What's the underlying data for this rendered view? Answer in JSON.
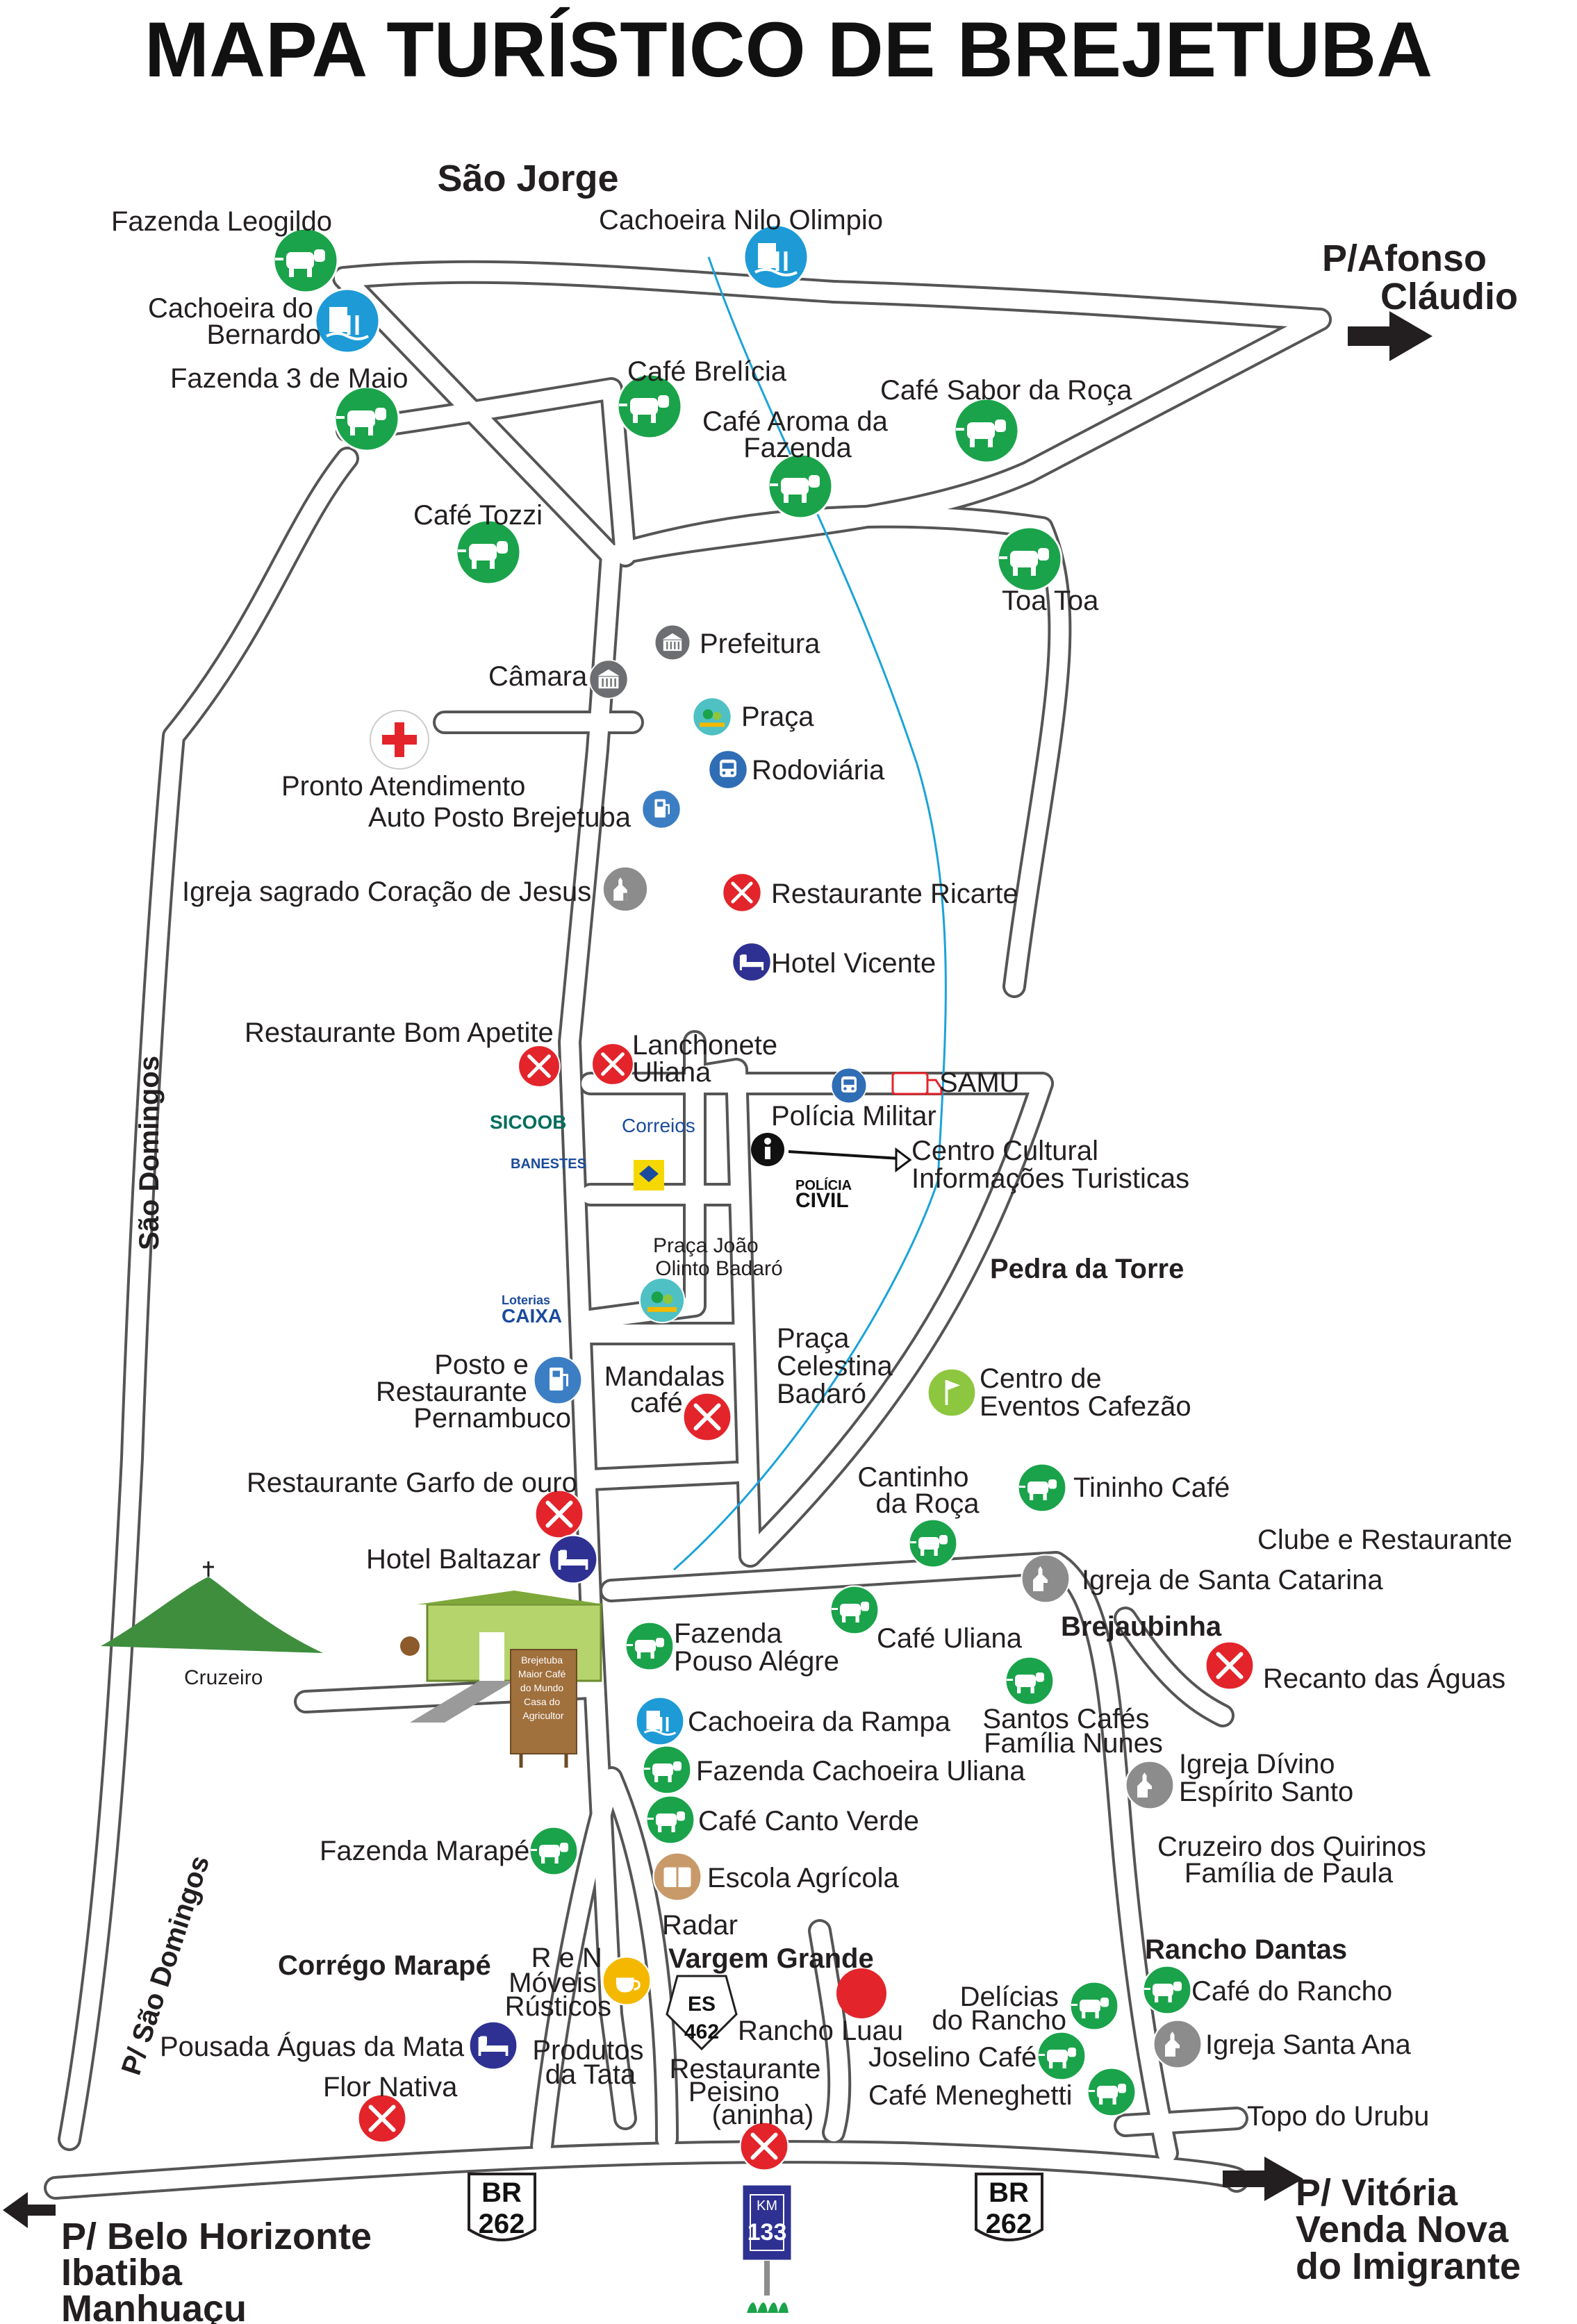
{
  "title": "MAPA TURÍSTICO DE BREJETUBA",
  "destinations": {
    "afonso_1": "P/Afonso",
    "afonso_2": "Cláudio",
    "vitoria_1": "P/ Vitória",
    "vitoria_2": "Venda Nova",
    "vitoria_3": "do Imigrante",
    "bh_1": "P/ Belo Horizonte",
    "bh_2": "Ibatiba",
    "bh_3": "Manhuaçu"
  },
  "regions": {
    "sao_jorge": "São Jorge",
    "sao_domingos": "São Domingos",
    "p_sao_domingos": "P/ São Domingos",
    "pedra_da_torre": "Pedra da Torre",
    "brejaubinha": "Brejaubinha",
    "rancho_dantas": "Rancho Dantas",
    "corrego_marape": "Corrégo Marapé",
    "vargem_grande": "Vargem Grande",
    "radar": "Radar",
    "cruzeiro": "Cruzeiro"
  },
  "roads": {
    "br_top": "BR",
    "br_num": "262",
    "es_top": "ES",
    "es_num": "462",
    "km_top": "KM",
    "km_num": "133"
  },
  "logos": {
    "sicoob": "SICOOB",
    "correios": "Correios",
    "banestes": "BANESTES",
    "policia_1": "POLÍCIA",
    "policia_2": "CIVIL",
    "loterias_1": "Loterias",
    "loterias_2": "CAIXA"
  },
  "sign": {
    "line1": "Brejetuba",
    "line2": "Maior Café",
    "line3": "do Mundo",
    "line4": "Casa do",
    "line5": "Agricultor"
  },
  "places": {
    "fazenda_leogildo": "Fazenda Leogildo",
    "cachoeira_bernardo_1": "Cachoeira do",
    "cachoeira_bernardo_2": "Bernardo",
    "fazenda_3_maio": "Fazenda 3 de Maio",
    "cachoeira_nilo": "Cachoeira Nilo Olimpio",
    "cafe_brelicia": "Café Brelícia",
    "cafe_aroma_1": "Café Aroma da",
    "cafe_aroma_2": "Fazenda",
    "cafe_sabor": "Café Sabor da Roça",
    "cafe_tozzi": "Café Tozzi",
    "toa_toa": "Toa Toa",
    "prefeitura": "Prefeitura",
    "camara": "Câmara",
    "praca": "Praça",
    "rodoviaria": "Rodoviária",
    "pronto_atendimento": "Pronto Atendimento",
    "auto_posto": "Auto Posto Brejetuba",
    "igreja_sagrado": "Igreja sagrado Coração de Jesus",
    "restaurante_ricarte": "Restaurante Ricarte",
    "hotel_vicente": "Hotel Vicente",
    "restaurante_bom_apetite": "Restaurante Bom Apetite",
    "lanchonete_1": "Lanchonete",
    "lanchonete_2": "Uliana",
    "samu": "SAMU",
    "policia_militar": "Polícia Militar",
    "centro_cultural_1": "Centro Cultural",
    "centro_cultural_2": "Informações Turisticas",
    "praca_joao_1": "Praça João",
    "praca_joao_2": "Olinto Badaró",
    "posto_1": "Posto e",
    "posto_2": "Restaurante",
    "posto_3": "Pernambuco",
    "mandalas_1": "Mandalas",
    "mandalas_2": "café",
    "praca_celestina_1": "Praça",
    "praca_celestina_2": "Celestina",
    "praca_celestina_3": "Badaró",
    "centro_eventos_1": "Centro de",
    "centro_eventos_2": "Eventos Cafezão",
    "restaurante_garfo": "Restaurante Garfo de ouro",
    "hotel_baltazar": "Hotel Baltazar",
    "cantinho_1": "Cantinho",
    "cantinho_2": "da Roça",
    "tininho": "Tininho Café",
    "clube": "Clube e Restaurante",
    "igreja_santa_catarina": "Igreja de Santa Catarina",
    "fazenda_pouso_1": "Fazenda",
    "fazenda_pouso_2": "Pouso Alégre",
    "cafe_uliana": "Café Uliana",
    "recanto": "Recanto das Águas",
    "cachoeira_rampa": "Cachoeira da Rampa",
    "santos_cafes_1": "Santos Cafés",
    "santos_cafes_2": "Família Nunes",
    "fazenda_cachoeira_uliana": "Fazenda Cachoeira Uliana",
    "igreja_divino_1": "Igreja Dívino",
    "igreja_divino_2": "Espírito Santo",
    "cafe_canto_verde": "Café Canto Verde",
    "fazenda_marape": "Fazenda Marapé",
    "cruzeiro_quirinos_1": "Cruzeiro dos Quirinos",
    "cruzeiro_quirinos_2": "Família de Paula",
    "escola_agricola": "Escola Agrícola",
    "rn_1": "R e N",
    "rn_2": "Móveis",
    "rn_3": "Rústicos",
    "cafe_rancho": "Café do Rancho",
    "delicias_1": "Delícias",
    "delicias_2": "do Rancho",
    "rancho_luau": "Rancho Luau",
    "igreja_santa_ana": "Igreja Santa Ana",
    "pousada": "Pousada Águas da Mata",
    "produtos_1": "Produtos",
    "produtos_2": "da Tata",
    "restaurante_peisino_1": "Restaurante",
    "restaurante_peisino_2": "Peisino",
    "restaurante_peisino_3": "(aninha)",
    "joselino": "Joselino Café",
    "flor_nativa": "Flor Nativa",
    "cafe_meneghetti": "Café Meneghetti",
    "topo_urubu": "Topo do Urubu"
  },
  "colors": {
    "green": "#1aa34a",
    "blue": "#1e9ad6",
    "red": "#e3242b",
    "navy": "#2e3192",
    "gray": "#8c8c8c",
    "tan": "#c89a6a",
    "yellow": "#f5b800",
    "lime": "#8dc63f",
    "road": "#555555",
    "river": "#1aa3d9"
  }
}
